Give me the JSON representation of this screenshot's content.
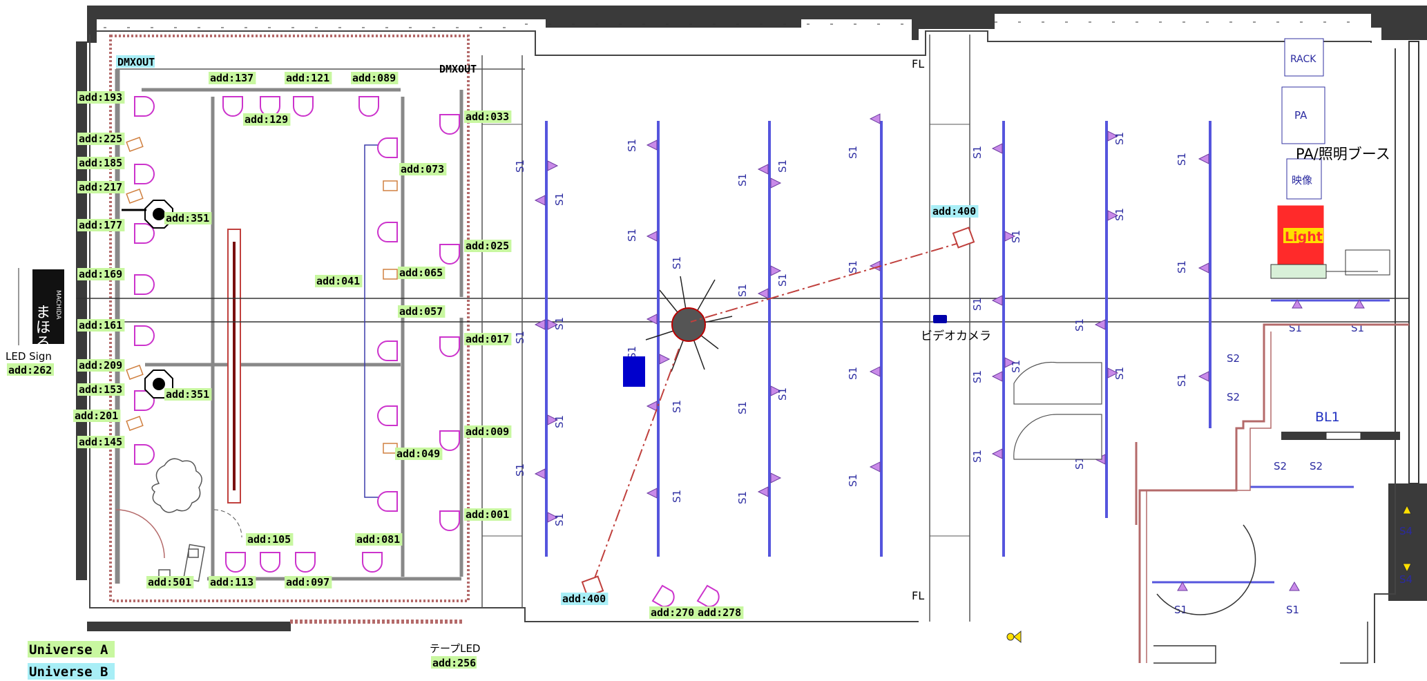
{
  "labels": {
    "dmxout_left": "DMXOUT",
    "dmxout_right": "DMXOUT",
    "fl_top": "FL",
    "fl_bottom": "FL",
    "rack": "RACK",
    "pa": "PA",
    "pa_booth": "PA/照明ブース",
    "eizou": "映像",
    "light": "Light",
    "video_camera": "ビデオカメラ",
    "bl1": "BL1",
    "tape_led": "テープLED",
    "tape_led_addr": "add:256",
    "led_sign": "LED Sign",
    "led_sign_addr": "add:262",
    "logo_text": "まほろ座",
    "logo_sub": "MACHIDA",
    "universe_a": "Universe A",
    "universe_b": "Universe B"
  },
  "colors": {
    "universe_a": "#c8f7a0",
    "universe_b": "#a8eef6",
    "fixture": "#cc33cc",
    "speaker_bar": "#4444dd",
    "wall": "#3a3a3a",
    "light_block": "#ff2a2a"
  },
  "addresses_a": [
    {
      "t": "add:193"
    },
    {
      "t": "add:225"
    },
    {
      "t": "add:185"
    },
    {
      "t": "add:217"
    },
    {
      "t": "add:177"
    },
    {
      "t": "add:351"
    },
    {
      "t": "add:169"
    },
    {
      "t": "add:161"
    },
    {
      "t": "add:209"
    },
    {
      "t": "add:153"
    },
    {
      "t": "add:351"
    },
    {
      "t": "add:201"
    },
    {
      "t": "add:145"
    },
    {
      "t": "add:137"
    },
    {
      "t": "add:121"
    },
    {
      "t": "add:089"
    },
    {
      "t": "add:129"
    },
    {
      "t": "add:073"
    },
    {
      "t": "add:065"
    },
    {
      "t": "add:057"
    },
    {
      "t": "add:049"
    },
    {
      "t": "add:041"
    },
    {
      "t": "add:033"
    },
    {
      "t": "add:025"
    },
    {
      "t": "add:017"
    },
    {
      "t": "add:009"
    },
    {
      "t": "add:001"
    },
    {
      "t": "add:105"
    },
    {
      "t": "add:081"
    },
    {
      "t": "add:113"
    },
    {
      "t": "add:097"
    },
    {
      "t": "add:501"
    },
    {
      "t": "add:270"
    },
    {
      "t": "add:278"
    }
  ],
  "addresses_b": [
    {
      "t": "add:400"
    },
    {
      "t": "add:400"
    }
  ],
  "speaker_labels": {
    "s1": "S1",
    "s2": "S2",
    "s4": "S4"
  }
}
